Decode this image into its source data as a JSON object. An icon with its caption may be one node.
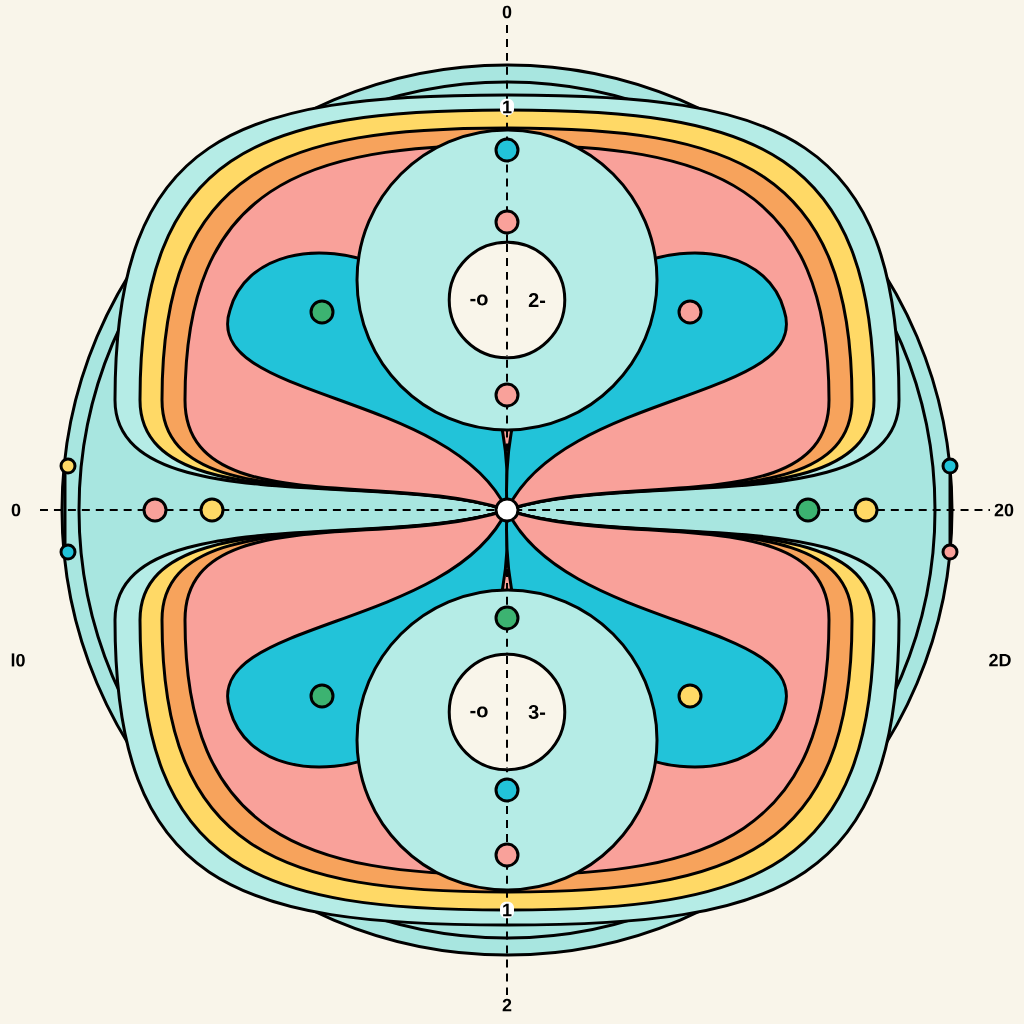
{
  "diagram": {
    "nodes": [
      {
        "text": [
          "-o",
          "2-"
        ]
      },
      {
        "text": [
          "-o",
          "3-"
        ]
      }
    ],
    "labels": [
      "0",
      "1",
      "0",
      "20",
      "l0",
      "2D",
      "1",
      "2"
    ]
  }
}
